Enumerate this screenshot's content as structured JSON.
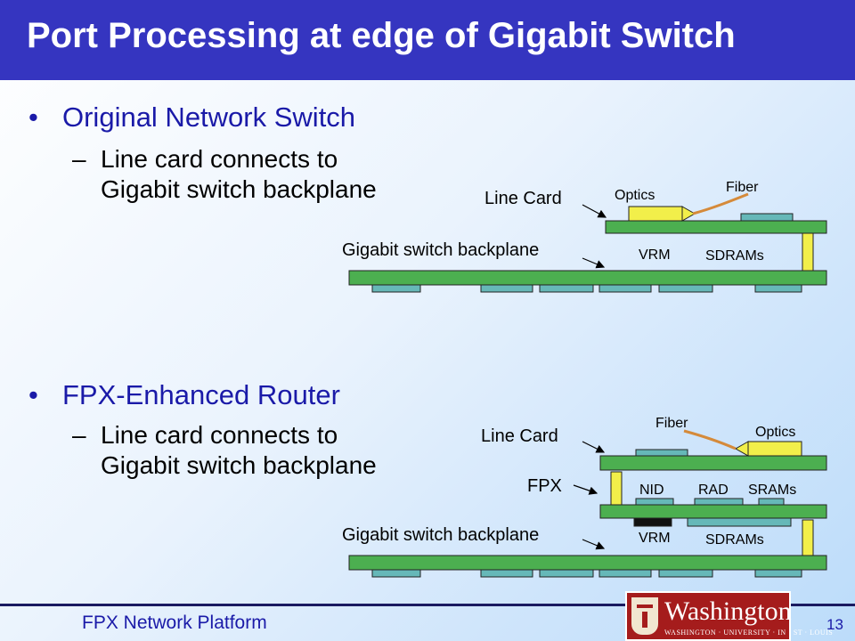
{
  "title": "Port Processing at edge of Gigabit Switch",
  "sections": [
    {
      "bullet": "Original Network Switch",
      "sub_line1": "Line card connects to",
      "sub_line2": "Gigabit switch backplane",
      "diagram": {
        "line_card": "Line Card",
        "optics": "Optics",
        "fiber": "Fiber",
        "backplane": "Gigabit switch backplane",
        "vrm": "VRM",
        "sdrams": "SDRAMs"
      }
    },
    {
      "bullet": "FPX-Enhanced Router",
      "sub_line1": "Line card connects to",
      "sub_line2": "Gigabit switch backplane",
      "diagram": {
        "line_card": "Line Card",
        "fiber": "Fiber",
        "optics": "Optics",
        "fpx": "FPX",
        "nid": "NID",
        "rad": "RAD",
        "srams": "SRAMs",
        "backplane": "Gigabit switch backplane",
        "vrm": "VRM",
        "sdrams": "SDRAMs"
      }
    }
  ],
  "footer": {
    "text": "FPX Network Platform",
    "page": "13",
    "logo_text": "Washington",
    "logo_subtext": "WASHINGTON · UNIVERSITY · IN · ST · LOUIS"
  },
  "colors": {
    "title_bar": "#3535c0",
    "bullet_text": "#1a1aa8",
    "board_green": "#4caf50",
    "chip_teal": "#66b8b8",
    "optics_yellow": "#f2ef4a",
    "fiber_orange": "#d58a3a"
  }
}
